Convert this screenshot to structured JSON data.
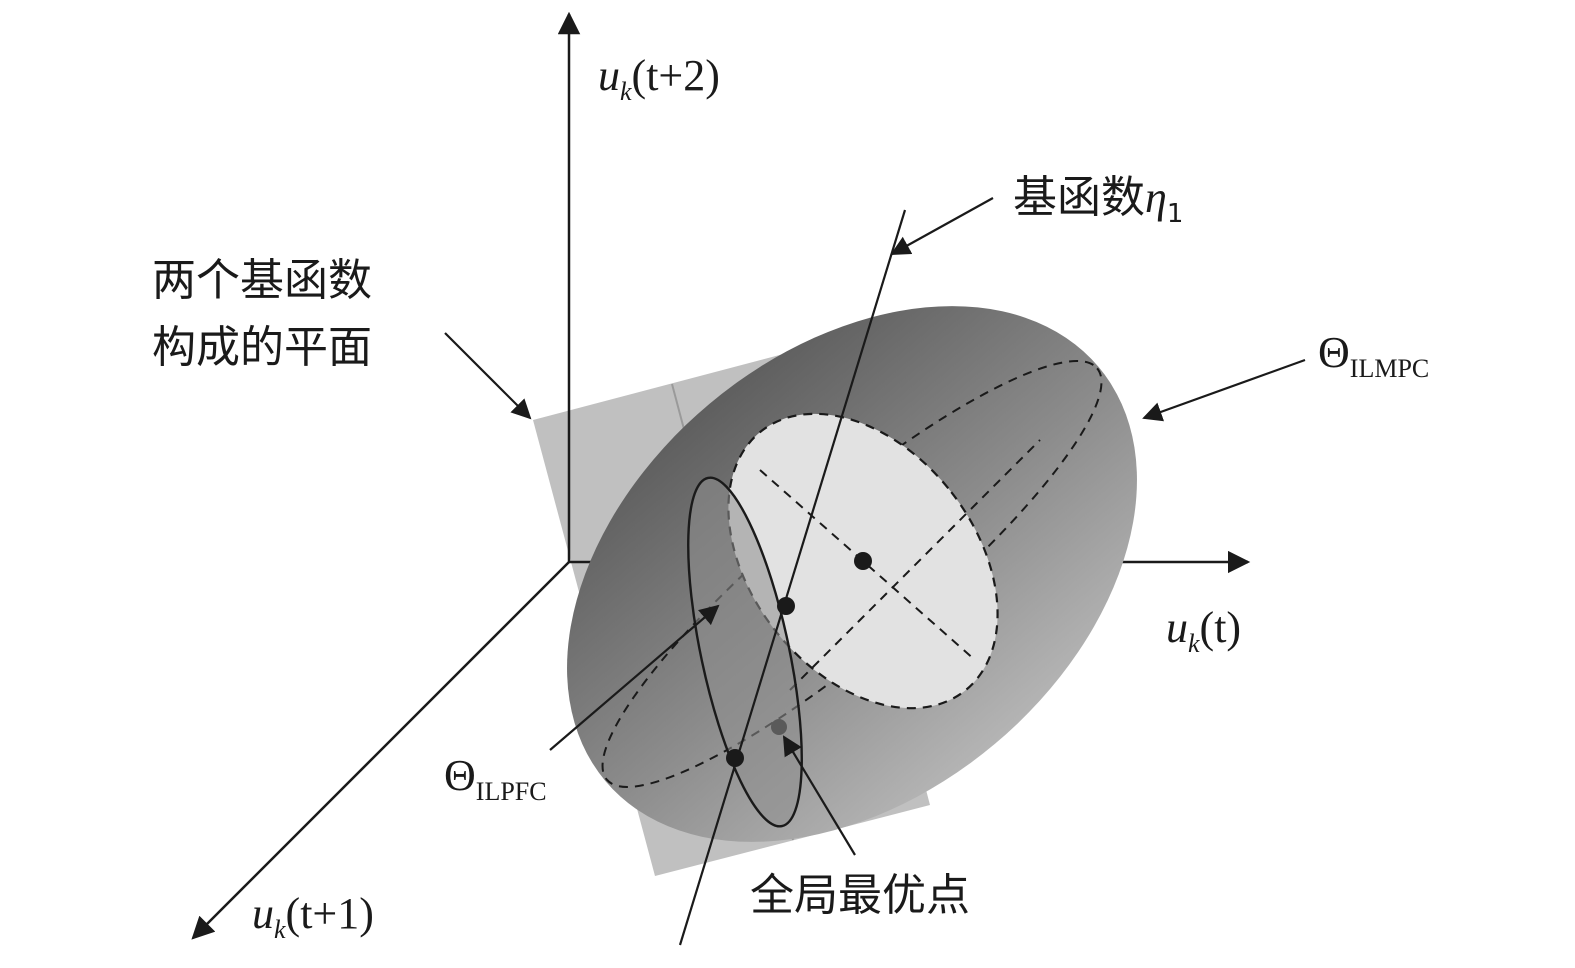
{
  "labels": {
    "axis_z": {
      "var": "u",
      "sub": "k",
      "arg": "(t+2)"
    },
    "axis_x": {
      "var": "u",
      "sub": "k",
      "arg": "(t)"
    },
    "axis_y": {
      "var": "u",
      "sub": "k",
      "arg": "(t+1)"
    },
    "basis_fn": {
      "text": "基函数",
      "sym": "η",
      "sub": "1"
    },
    "plane_line1": "两个基函数",
    "plane_line2": "构成的平面",
    "theta_ilmpc": {
      "sym": "Θ",
      "sub": "ILMPC"
    },
    "theta_ilpfc": {
      "sym": "Θ",
      "sub": "ILPFC"
    },
    "global_opt": "全局最优点"
  },
  "colors": {
    "plane": "#bdbdbd",
    "ellipsoid_dark": "#6c6c6c",
    "ellipsoid_light": "#a8a8a8",
    "cross_section": "#e2e2e2",
    "ilpfc_fill": "#8e8e8e",
    "ink": "#1a1a1a"
  }
}
